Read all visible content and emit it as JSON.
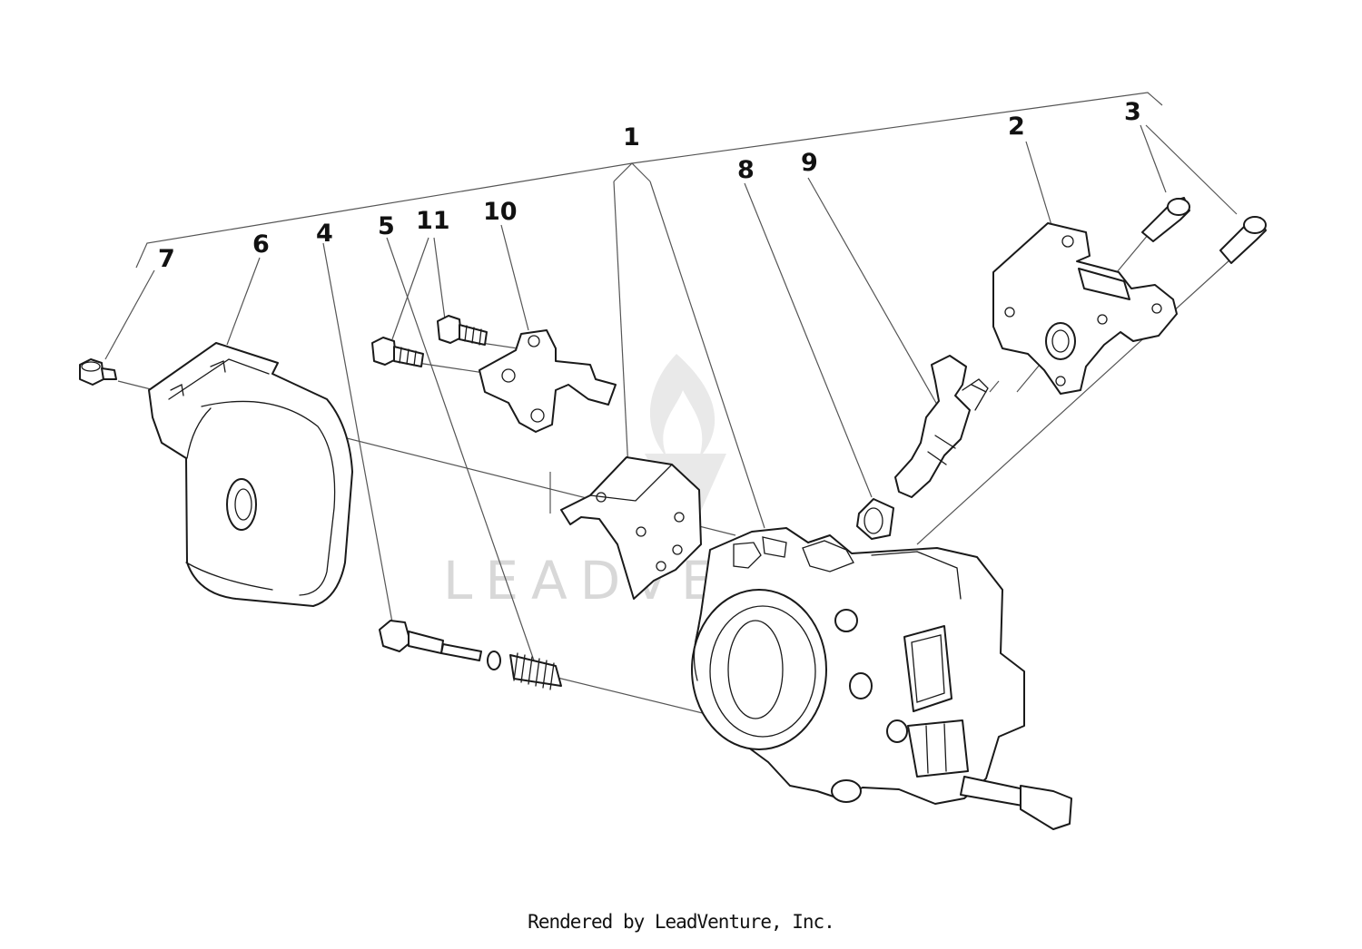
{
  "diagram": {
    "callouts": {
      "c1": "1",
      "c2": "2",
      "c3": "3",
      "c4": "4",
      "c5": "5",
      "c6": "6",
      "c7": "7",
      "c8": "8",
      "c9": "9",
      "c10": "10",
      "c11": "11"
    },
    "watermark": "LEADVENTURE",
    "footer": "Rendered by LeadVenture, Inc."
  }
}
